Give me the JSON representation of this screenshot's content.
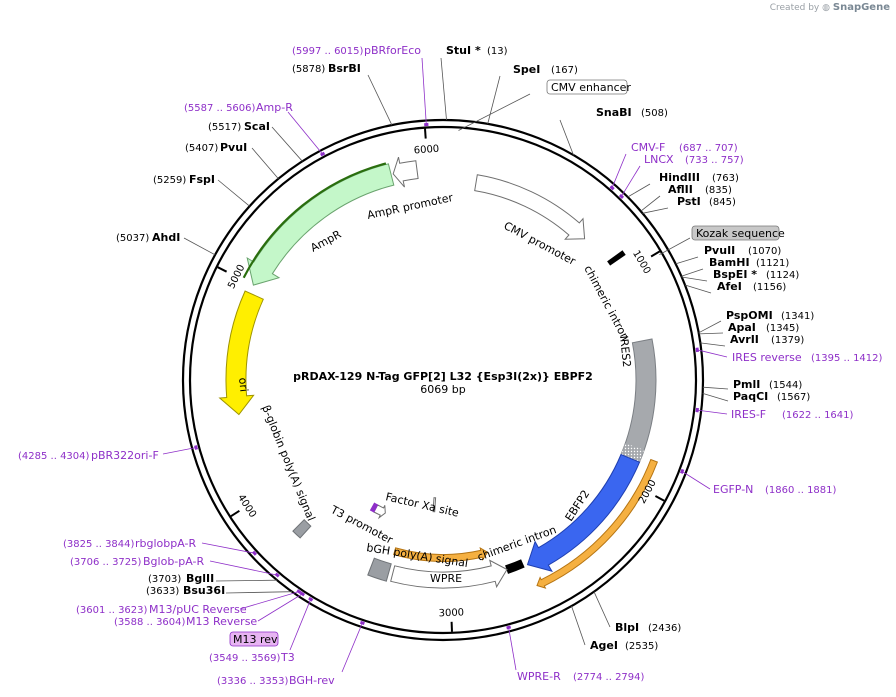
{
  "app": {
    "created_by": "Created by",
    "brand": "SnapGene"
  },
  "plasmid": {
    "name": "pRDAX-129    N-Tag GFP[2] L32 {Esp3I(2x)} EBPF2",
    "size_text": "6069 bp",
    "length": 6069
  },
  "ticks": [
    {
      "pos": 1000,
      "label": "1000"
    },
    {
      "pos": 2000,
      "label": "2000"
    },
    {
      "pos": 3000,
      "label": "3000"
    },
    {
      "pos": 4000,
      "label": "4000"
    },
    {
      "pos": 5000,
      "label": "5000"
    },
    {
      "pos": 6000,
      "label": "6000"
    }
  ],
  "sites": [
    {
      "name": "StuI",
      "star": " *",
      "pos": 13,
      "pos_text": "(13)"
    },
    {
      "name": "SpeI",
      "star": "",
      "pos": 167,
      "pos_text": "(167)"
    },
    {
      "name": "SnaBI",
      "star": "",
      "pos": 508,
      "pos_text": "(508)"
    },
    {
      "name": "HindIII",
      "star": "",
      "pos": 763,
      "pos_text": "(763)"
    },
    {
      "name": "AflII",
      "star": "",
      "pos": 835,
      "pos_text": "(835)"
    },
    {
      "name": "PstI",
      "star": "",
      "pos": 845,
      "pos_text": "(845)"
    },
    {
      "name": "PvuII",
      "star": "",
      "pos": 1070,
      "pos_text": "(1070)"
    },
    {
      "name": "BamHI",
      "star": "",
      "pos": 1121,
      "pos_text": "(1121)"
    },
    {
      "name": "BspEI",
      "star": " *",
      "pos": 1124,
      "pos_text": "(1124)"
    },
    {
      "name": "AfeI",
      "star": "",
      "pos": 1156,
      "pos_text": "(1156)"
    },
    {
      "name": "PspOMI",
      "star": "",
      "pos": 1341,
      "pos_text": "(1341)"
    },
    {
      "name": "ApaI",
      "star": "",
      "pos": 1345,
      "pos_text": "(1345)"
    },
    {
      "name": "AvrII",
      "star": "",
      "pos": 1379,
      "pos_text": "(1379)"
    },
    {
      "name": "PmlI",
      "star": "",
      "pos": 1544,
      "pos_text": "(1544)"
    },
    {
      "name": "PaqCI",
      "star": "",
      "pos": 1567,
      "pos_text": "(1567)"
    },
    {
      "name": "BlpI",
      "star": "",
      "pos": 2436,
      "pos_text": "(2436)"
    },
    {
      "name": "AgeI",
      "star": "",
      "pos": 2535,
      "pos_text": "(2535)"
    },
    {
      "name": "BglII",
      "star": "",
      "pos": 3703,
      "pos_text": "(3703)"
    },
    {
      "name": "Bsu36I",
      "star": "",
      "pos": 3633,
      "pos_text": "(3633)"
    },
    {
      "name": "AhdI",
      "star": "",
      "pos": 5037,
      "pos_text": "(5037)"
    },
    {
      "name": "FspI",
      "star": "",
      "pos": 5259,
      "pos_text": "(5259)"
    },
    {
      "name": "PvuI",
      "star": "",
      "pos": 5407,
      "pos_text": "(5407)"
    },
    {
      "name": "ScaI",
      "star": "",
      "pos": 5517,
      "pos_text": "(5517)"
    },
    {
      "name": "BsrBI",
      "star": "",
      "pos": 5878,
      "pos_text": "(5878)"
    }
  ],
  "primers": [
    {
      "name": "pBRforEco",
      "pos": 6006,
      "range": "(5997 .. 6015)"
    },
    {
      "name": "Amp-R",
      "pos": 5596,
      "range": "(5587 .. 5606)"
    },
    {
      "name": "CMV-F",
      "pos": 697,
      "range": "(687 .. 707)"
    },
    {
      "name": "LNCX",
      "pos": 745,
      "range": "(733 .. 757)"
    },
    {
      "name": "IRES reverse",
      "pos": 1403,
      "range": "(1395 .. 1412)"
    },
    {
      "name": "IRES-F",
      "pos": 1631,
      "range": "(1622 .. 1641)"
    },
    {
      "name": "EGFP-N",
      "pos": 1870,
      "range": "(1860 .. 1881)"
    },
    {
      "name": "WPRE-R",
      "pos": 2784,
      "range": "(2774 .. 2794)"
    },
    {
      "name": "BGH-rev",
      "pos": 3344,
      "range": "(3336 .. 3353)"
    },
    {
      "name": "T3",
      "pos": 3559,
      "range": "(3549 .. 3569)"
    },
    {
      "name": "M13 Reverse",
      "pos": 3596,
      "range": "(3588 .. 3604)"
    },
    {
      "name": "M13/pUC Reverse",
      "pos": 3612,
      "range": "(3601 .. 3623)"
    },
    {
      "name": "Bglob-pA-R",
      "pos": 3715,
      "range": "(3706 .. 3725)"
    },
    {
      "name": "rbglobpA-R",
      "pos": 3834,
      "range": "(3825 .. 3844)"
    },
    {
      "name": "pBR322ori-F",
      "pos": 4294,
      "range": "(4285 .. 4304)"
    }
  ],
  "boxed_labels": [
    {
      "text": "CMV enhancer"
    },
    {
      "text": "Kozak sequence"
    },
    {
      "text": "M13 rev"
    }
  ],
  "features": [
    {
      "label": "CMV promoter"
    },
    {
      "label": "chimeric intron"
    },
    {
      "label": "IRES2"
    },
    {
      "label": "EBFP2"
    },
    {
      "label": "chimeric intron"
    },
    {
      "label": "WPRE"
    },
    {
      "label": "bGH poly(A) signal"
    },
    {
      "label": "Factor Xa site"
    },
    {
      "label": "T3 promoter"
    },
    {
      "label": "β-globin poly(A) signal"
    },
    {
      "label": "ori"
    },
    {
      "label": "AmpR"
    },
    {
      "label": "AmpR promoter"
    }
  ],
  "colors": {
    "primer": "#8e2fc8",
    "cmv_promoter": "#ffffff",
    "ires": "#a6a9ad",
    "ebfp2": "#3a66f0",
    "ori": "#ffef00",
    "ampr": "#c4f7c9",
    "ampr_outline": "#2a6e0e",
    "orange": "#f39c12",
    "polyA": "#9a9ea3"
  }
}
